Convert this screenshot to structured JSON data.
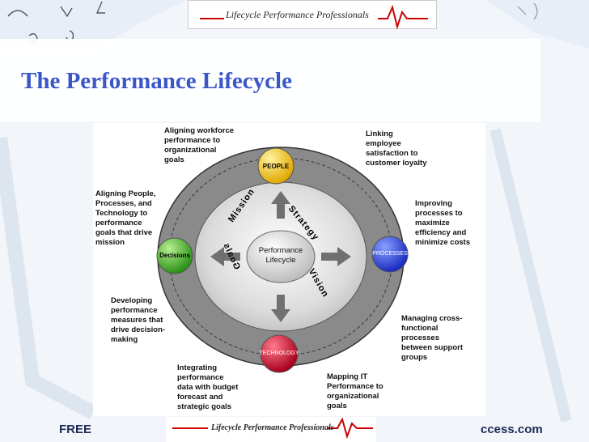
{
  "slide": {
    "title": "The Performance Lifecycle",
    "logo_text": "Lifecycle Performance Professionals",
    "footer": {
      "left_text": "FREE",
      "right_text": "ccess.com",
      "logo_text": "Lifecycle Performance Professionals"
    }
  },
  "diagram": {
    "center": "Performance\nLifecycle",
    "arc_labels": {
      "mission": "Mission",
      "strategy": "Strategy",
      "vision": "Vision",
      "goals": "Goals"
    },
    "nodes": {
      "people": {
        "label": "PEOPLE",
        "color": "#f0c020"
      },
      "processes": {
        "label": "PROCESSES",
        "color": "#2a3fd0"
      },
      "technology": {
        "label": "TECHNOLOGY",
        "color": "#c8102e"
      },
      "decisions": {
        "label": "Decisions",
        "color": "#3aa828"
      }
    },
    "captions": {
      "top_left": "Aligning workforce\nperformance to\norganizational\ngoals",
      "top_right": "Linking\nemployee\nsatisfaction to\ncustomer loyalty",
      "left_upper": "Aligning People,\nProcesses, and\nTechnology to\nperformance\ngoals that drive\nmission",
      "right_upper": "Improving\nprocesses to\nmaximize\nefficiency and\nminimize costs",
      "left_lower": "Developing\nperformance\nmeasures that\ndrive decision-\nmaking",
      "right_lower": "Managing cross-\nfunctional\nprocesses\nbetween support\ngroups",
      "bottom_left": "Integrating\nperformance\ndata with budget\nforecast and\nstrategic goals",
      "bottom_right": "Mapping IT\nPerformance to\norganizational\ngoals"
    }
  }
}
